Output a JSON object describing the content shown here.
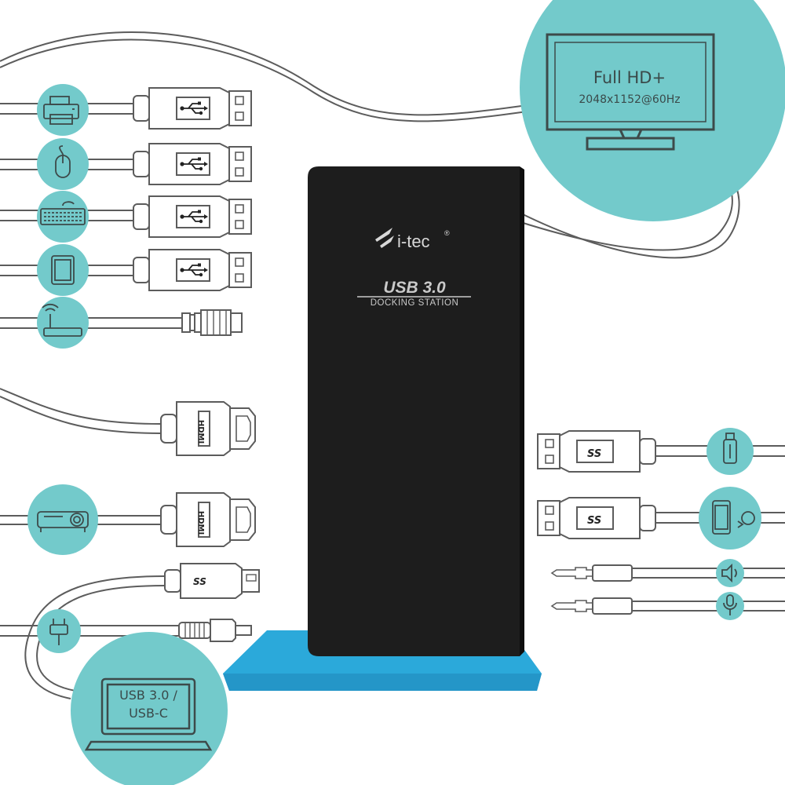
{
  "colors": {
    "circle_fill": "#73cacb",
    "cable_stroke": "#5c5c5c",
    "dock_body": "#1d1d1d",
    "dock_stand": "#2eb0e0",
    "dock_text": "#c9c9c9"
  },
  "device": {
    "brand": "i-tec",
    "brand_mark": "®",
    "model": "USB 3.0",
    "subtitle": "DOCKING STATION"
  },
  "monitor": {
    "title": "Full HD+",
    "resolution": "2048x1152@60Hz"
  },
  "laptop": {
    "line1": "USB 3.0 /",
    "line2": "USB-C"
  },
  "connectors": {
    "usb_a_label": "usb-icon",
    "ss_label": "SS",
    "hdmi_label": "HDMI"
  },
  "peripherals_left": [
    {
      "icon": "printer-icon",
      "connector": "usb-a"
    },
    {
      "icon": "mouse-icon",
      "connector": "usb-a"
    },
    {
      "icon": "keyboard-icon",
      "connector": "usb-a"
    },
    {
      "icon": "tablet-icon",
      "connector": "usb-a"
    },
    {
      "icon": "router-icon",
      "connector": "ethernet"
    },
    {
      "icon": "monitor-icon",
      "connector": "hdmi"
    },
    {
      "icon": "projector-icon",
      "connector": "hdmi"
    },
    {
      "icon": "laptop-icon",
      "connector": "usb-b-superspeed"
    },
    {
      "icon": "power-plug-icon",
      "connector": "dc-barrel"
    }
  ],
  "peripherals_right": [
    {
      "icon": "usb-stick-icon",
      "connector": "usb-a-superspeed"
    },
    {
      "icon": "phone-charging-icon",
      "connector": "usb-a-superspeed"
    },
    {
      "icon": "speaker-icon",
      "connector": "audio-jack"
    },
    {
      "icon": "microphone-icon",
      "connector": "audio-jack"
    }
  ]
}
